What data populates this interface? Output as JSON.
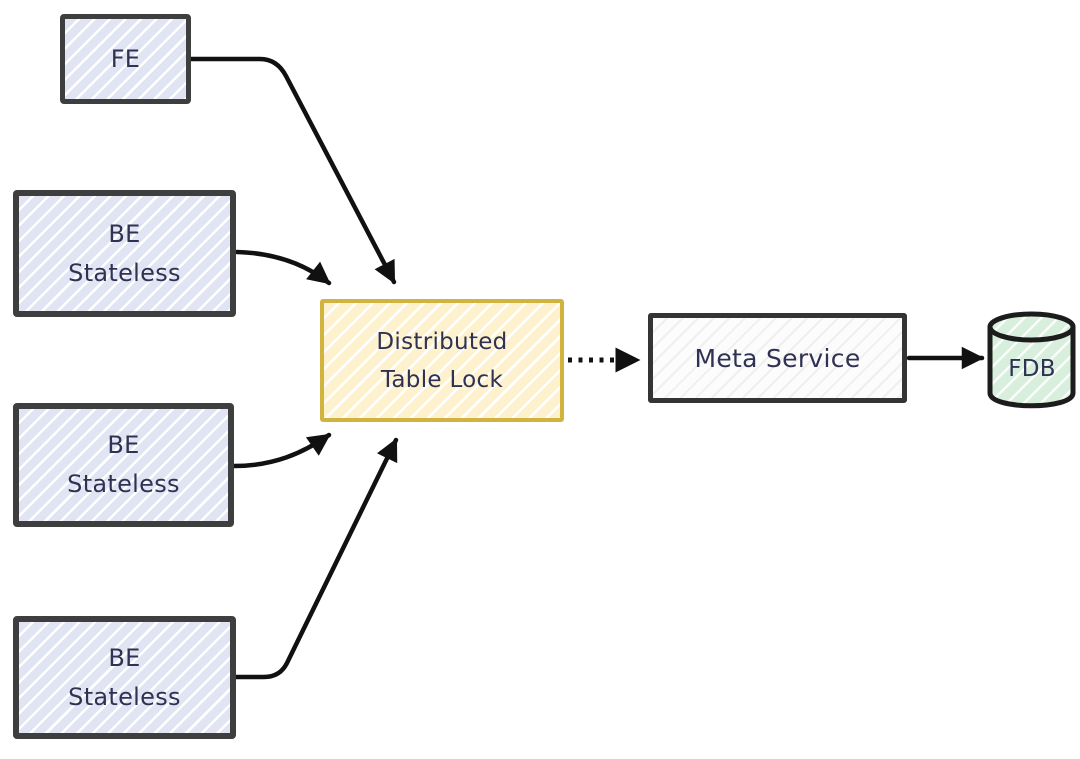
{
  "colors": {
    "canvas-bg": "#ffffff",
    "fill-lavender": "#e1e4f3",
    "fill-yellow": "#fdf2cd",
    "fill-white": "#fcfcfc",
    "fill-green": "#d9efdd",
    "stroke-dark": "#3e3e3e",
    "stroke-gold": "#d2b340",
    "stroke-black": "#1c1c1c",
    "text-navy": "#2f3252",
    "arrow-color": "#111111"
  },
  "nodes": {
    "fe": {
      "label": "FE"
    },
    "be": {
      "line1": "BE",
      "line2": "Stateless"
    },
    "lock": {
      "line1": "Distributed",
      "line2": "Table Lock"
    },
    "meta": {
      "label": "Meta Service"
    },
    "fdb": {
      "label": "FDB"
    }
  },
  "edges": [
    {
      "from": "fe",
      "to": "distributed-table-lock",
      "style": "solid-arrow"
    },
    {
      "from": "be-stateless-1",
      "to": "distributed-table-lock",
      "style": "solid-arrow"
    },
    {
      "from": "be-stateless-2",
      "to": "distributed-table-lock",
      "style": "solid-arrow"
    },
    {
      "from": "be-stateless-3",
      "to": "distributed-table-lock",
      "style": "solid-arrow"
    },
    {
      "from": "distributed-table-lock",
      "to": "meta-service",
      "style": "dotted-arrow"
    },
    {
      "from": "meta-service",
      "to": "fdb",
      "style": "solid-arrow"
    }
  ]
}
